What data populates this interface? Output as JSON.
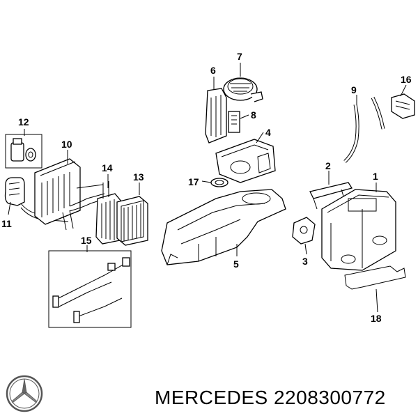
{
  "callouts": [
    "1",
    "2",
    "3",
    "4",
    "5",
    "6",
    "7",
    "8",
    "9",
    "10",
    "11",
    "12",
    "13",
    "14",
    "15",
    "16",
    "17",
    "18"
  ],
  "footer": {
    "brand": "MERCEDES",
    "part_number": "2208300772",
    "logo": "mercedes-star-logo"
  }
}
